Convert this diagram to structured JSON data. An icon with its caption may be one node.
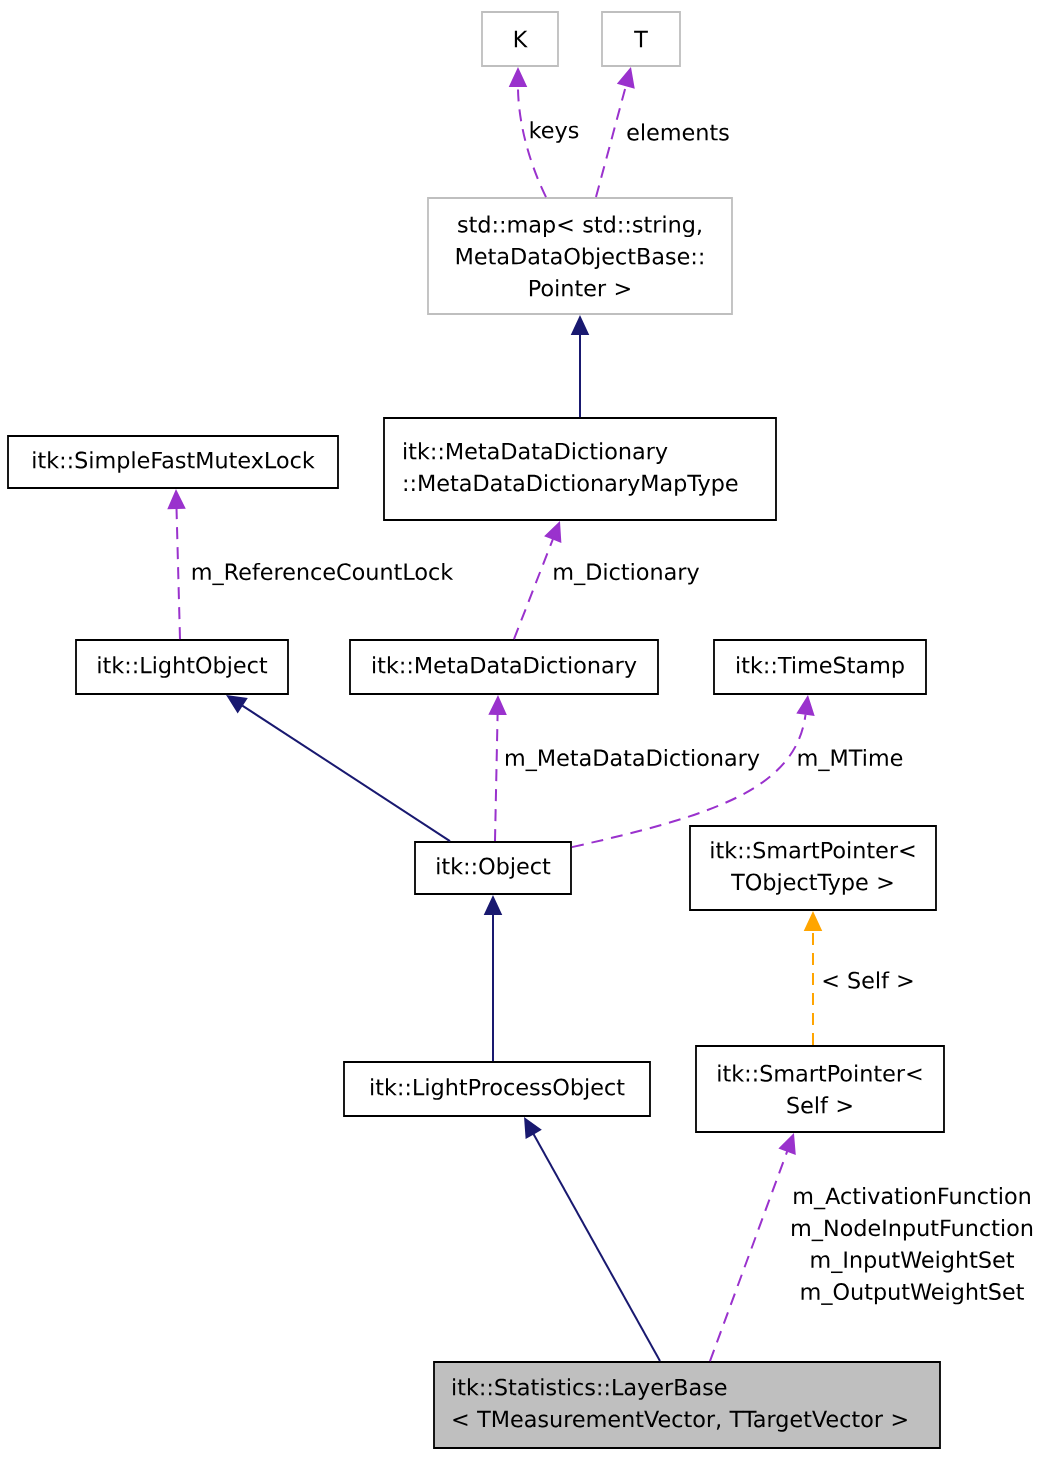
{
  "diagram": {
    "nodes": [
      {
        "text": [
          "K"
        ]
      },
      {
        "text": [
          "T"
        ]
      },
      {
        "text": [
          "std::map< std::string, MetaDataObjectBase:: Pointer >"
        ]
      },
      {
        "text": [
          "itk::MetaDataDictionary ::MetaDataDictionaryMapType"
        ]
      },
      {
        "text": [
          "itk::SimpleFastMutexLock"
        ]
      },
      {
        "text": [
          "itk::LightObject"
        ]
      },
      {
        "text": [
          "itk::MetaDataDictionary"
        ]
      },
      {
        "text": [
          "itk::TimeStamp"
        ]
      },
      {
        "text": [
          "itk::Object"
        ]
      },
      {
        "text": [
          "itk::SmartPointer< TObjectType >"
        ]
      },
      {
        "text": [
          "itk::LightProcessObject"
        ]
      },
      {
        "text": [
          "itk::SmartPointer< Self >"
        ]
      },
      {
        "text": [
          "itk::Statistics::LayerBase < TMeasurementVector, TTargetVector >"
        ]
      }
    ],
    "edges": [
      {
        "from": 2,
        "to": 0,
        "arrow": "to",
        "label": "keys",
        "style": "dashed"
      },
      {
        "from": 2,
        "to": 1,
        "arrow": "to",
        "label": "elements",
        "style": "dashed"
      },
      {
        "from": 3,
        "to": 2,
        "arrow": "to",
        "color": "#191970"
      },
      {
        "from": 6,
        "to": 3,
        "arrow": "to",
        "label": "m_Dictionary",
        "style": "dashed"
      },
      {
        "from": 5,
        "to": 4,
        "arrow": "to",
        "label": "m_ReferenceCountLock",
        "style": "dashed"
      },
      {
        "from": 8,
        "to": 5,
        "arrow": "to",
        "color": "#191970"
      },
      {
        "from": 8,
        "to": 6,
        "arrow": "to",
        "label": "m_MetaDataDictionary",
        "style": "dashed"
      },
      {
        "from": 8,
        "to": 7,
        "arrow": "to",
        "label": "m_MTime",
        "style": "dashed"
      },
      {
        "from": 10,
        "to": 8,
        "arrow": "to",
        "color": "#191970"
      },
      {
        "from": 11,
        "to": 9,
        "arrow": "to",
        "label": "< Self >",
        "style": "dashed",
        "color": "#ffa500"
      },
      {
        "from": 12,
        "to": 10,
        "arrow": "to",
        "color": "#191970"
      },
      {
        "from": 12,
        "to": 11,
        "arrow": "to",
        "label": "m_ActivationFunction m_NodeInputFunction m_InputWeightSet m_OutputWeightSet",
        "style": "dashed"
      }
    ]
  }
}
